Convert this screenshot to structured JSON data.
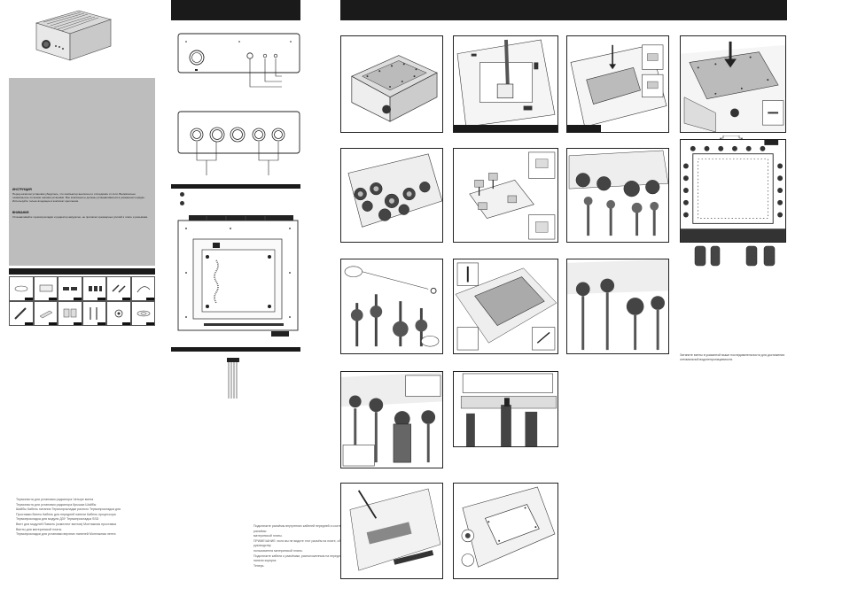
{
  "panel": {
    "note_heading_1": "ИНСТРУКЦИЯ",
    "note_text_1": "Перед началом установки убедитесь, что компьютер выключен и отсоединён от сети. Внимательно ознакомьтесь со всеми шагами установки. Все компоненты должны устанавливаться в указанном порядке. Используйте только входящие в комплект крепления.",
    "note_heading_2": "ВНИМАНИЕ",
    "note_text_2": "Устанавливайте термопрокладки и радиатор аккуратно, не прилагая чрезмерных усилий к плате и разъёмам."
  },
  "footer_lines": [
    "Термопаста для установки радиатора            Четыре  винта",
    "Термопаста для установки радиатора         Крышка          Шайбы",
    "Шайбы             Кабель питания       Термопрокладки  разного   Термопрокладка  для",
    "Проставки         Винты         Кабель для передней панели        Кабель процессора",
    "Термопрокладка для  модуля  ДЗУ           Термопрокладка  SSD",
    "Винт для модулей Память  (комплект винтов)         Монтажная проставка",
    "Винты для материнской платы",
    "Термопрокладки для установки верхних панелей  Монтажная  лента"
  ],
  "col2_note_lines": [
    "Подключите разъёмы внутренних кабелей передней и соответствующие разъёмы",
    "материнской платы.",
    "ПРИМЕЧАНИЕ: если вы не видите этот разъём на плате, обратитесь к руководству",
    "пользователя материнской платы.",
    "Подключите кабели к разъёмам, расположенным на передней и задней панели корпуса.",
    "Теперь."
  ],
  "side_note": "Затяните винты в указанной выше последовательности для достижения оптимальной водонепроницаемости.",
  "colors": {
    "dark": "#1a1a1a",
    "panel_grey": "#bdbdbd",
    "line": "#222222"
  }
}
